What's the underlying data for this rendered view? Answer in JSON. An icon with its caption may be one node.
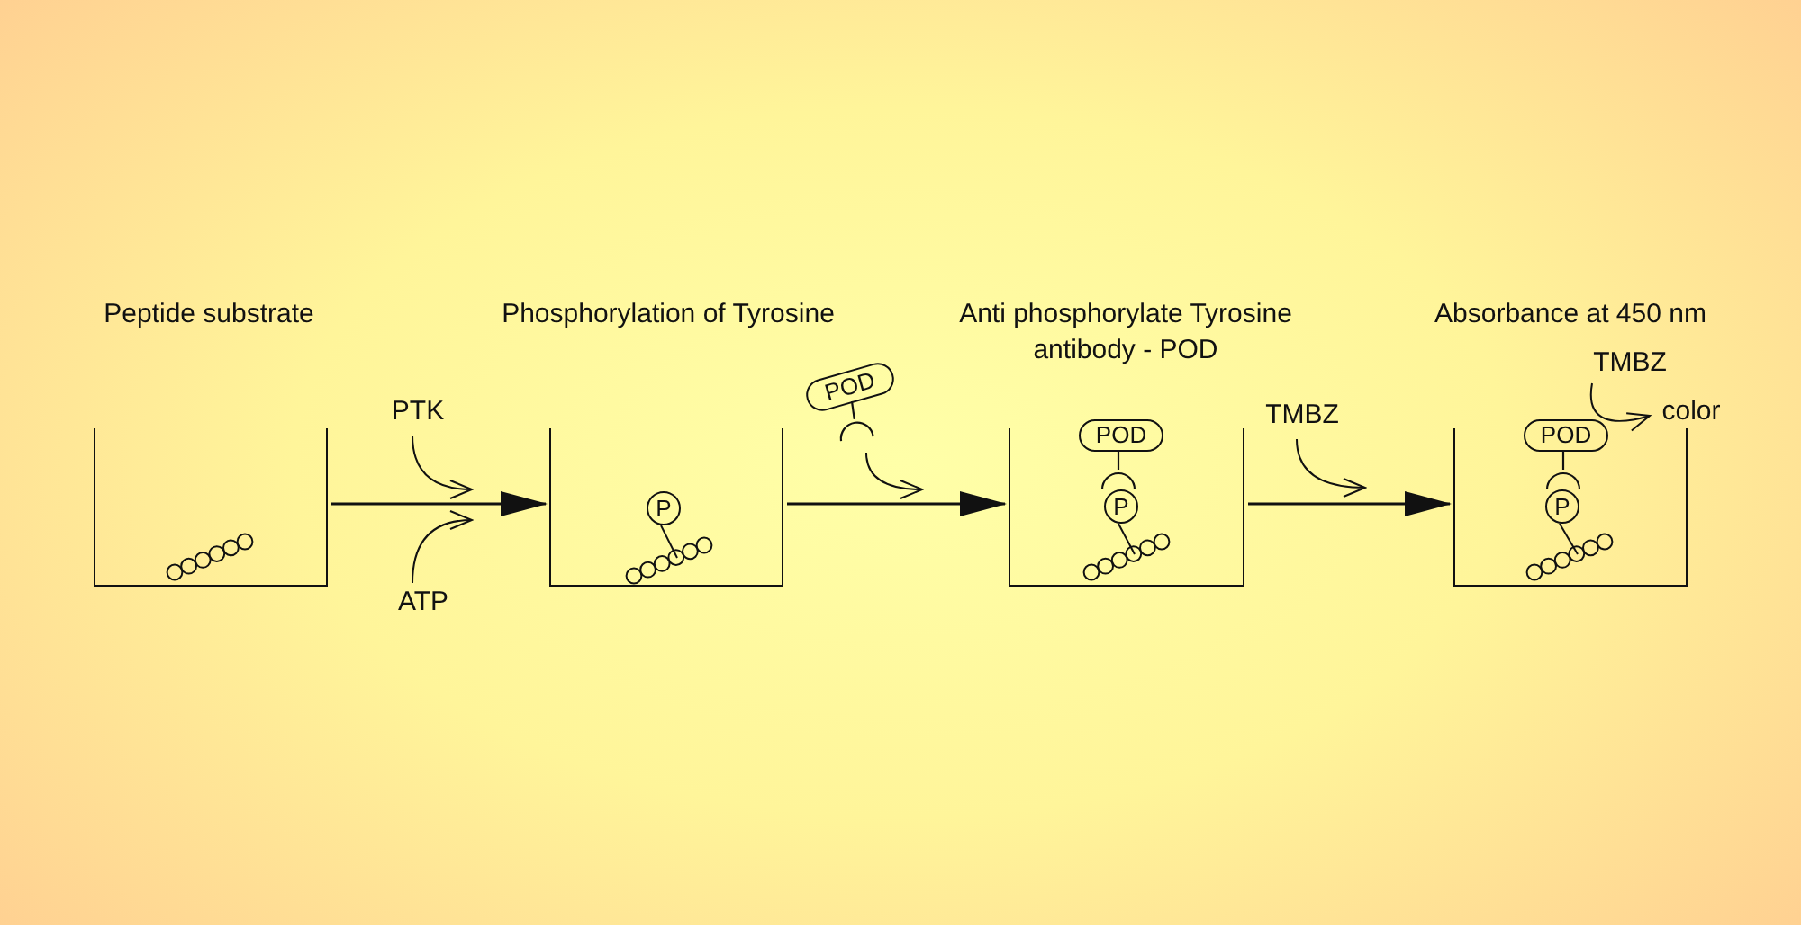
{
  "diagram": {
    "nodes": [
      {
        "text": [],
        "shape": "box"
      },
      {
        "text": [],
        "shape": "box"
      },
      {
        "text": [],
        "shape": "box"
      },
      {
        "text": [],
        "shape": "box"
      },
      {
        "text": [
          "PTK"
        ]
      },
      {
        "text": [
          "ATP"
        ]
      },
      {
        "text": [
          "POD"
        ]
      },
      {
        "text": [
          "TMBZ"
        ]
      },
      {
        "text": [
          "TMBZ"
        ]
      },
      {
        "text": [
          "color"
        ]
      },
      {
        "text": [
          "P"
        ],
        "in": 1
      },
      {
        "text": [
          "POD"
        ],
        "in": 2
      },
      {
        "text": [
          "P"
        ],
        "in": 2
      },
      {
        "text": [
          "POD"
        ],
        "in": 3
      },
      {
        "text": [
          "P"
        ],
        "in": 3
      }
    ],
    "edges": [
      {
        "from": 0,
        "to": 1,
        "arrow": "to"
      },
      {
        "from": 1,
        "to": 2,
        "arrow": "to"
      },
      {
        "from": 2,
        "to": 3,
        "arrow": "to"
      },
      {
        "from": 4,
        "to": null,
        "arrow": "to"
      },
      {
        "from": 5,
        "to": null,
        "arrow": "to"
      },
      {
        "from": 6,
        "to": null,
        "arrow": "to"
      },
      {
        "from": 7,
        "to": null,
        "arrow": "to"
      },
      {
        "from": 8,
        "to": 9,
        "arrow": "to"
      }
    ],
    "labels": [
      "Peptide substrate",
      "Phosphorylation of Tyrosine",
      "Anti phosphorylate Tyrosine antibody - POD",
      "Absorbance at 450 nm"
    ]
  }
}
